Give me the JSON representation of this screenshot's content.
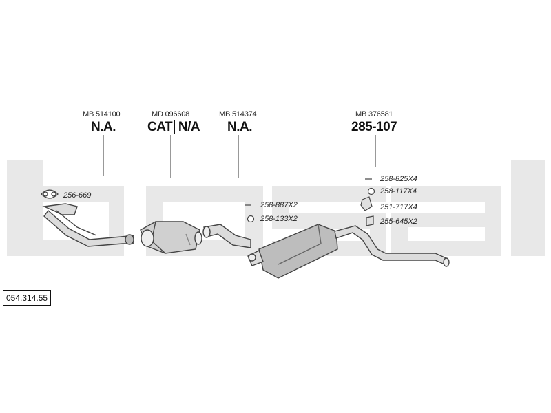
{
  "diagram": {
    "reference_number": "054.314.55",
    "brand_watermark": "bosal",
    "columns": [
      {
        "oem_number": "MB 514100",
        "code": "N.A."
      },
      {
        "oem_number": "MD 096608",
        "code_boxed": "CAT",
        "code": "N/A"
      },
      {
        "oem_number": "MB 514374",
        "code": "N.A."
      },
      {
        "oem_number": "MB 376581",
        "code": "285-107"
      }
    ],
    "parts": {
      "gasket_front": "256-669",
      "bolt_rear": "258-825X4",
      "ring_rear": "258-117X4",
      "bracket_rear": "251-717X4",
      "clamp_rear": "255-645X2",
      "bolt_mid": "258-887X2",
      "ring_mid": "258-133X2"
    },
    "colors": {
      "watermark": "#e6e6e6",
      "line": "#444444",
      "part_fill": "#d9d9d9",
      "part_dark": "#9a9a9a"
    }
  }
}
